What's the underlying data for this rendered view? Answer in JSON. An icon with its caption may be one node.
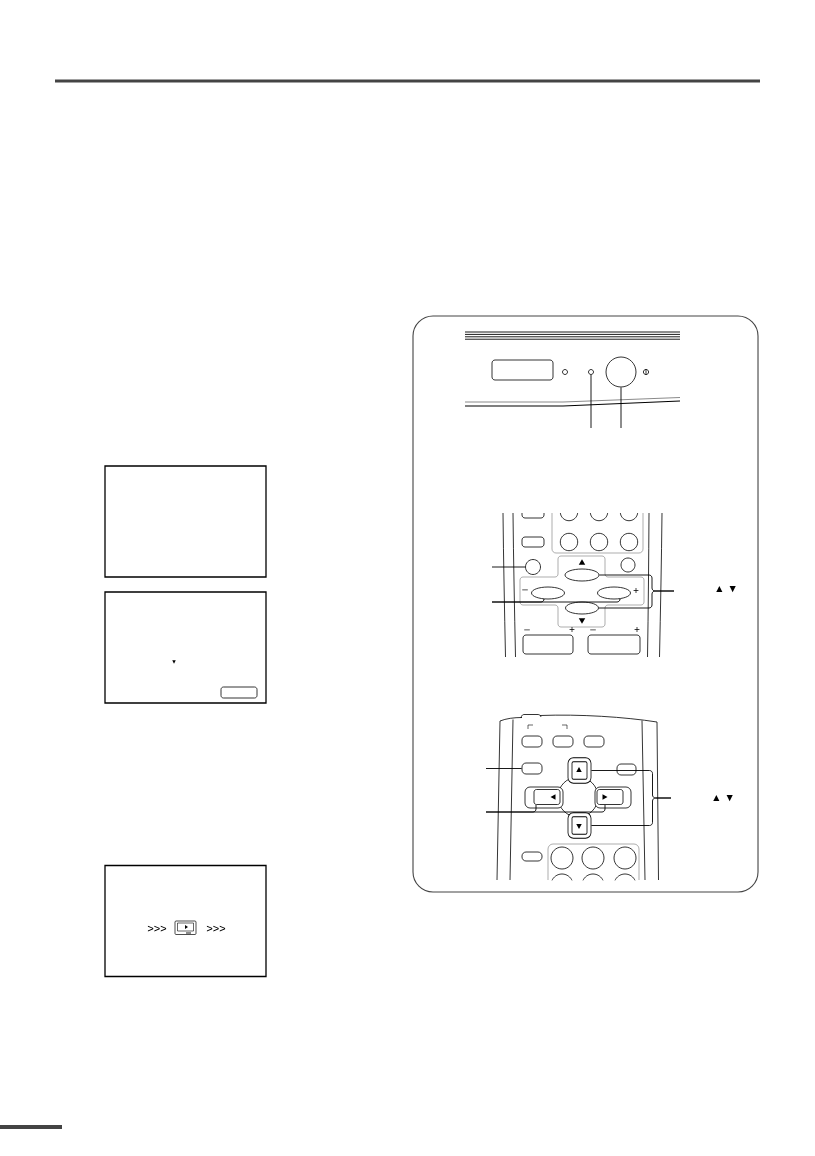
{
  "diagram": {
    "nodes": [
      {
        "text": [],
        "shape": "box"
      },
      {
        "text": [
          "▼"
        ]
      },
      {
        "text": [
          ">>>",
          ">>>"
        ]
      },
      {
        "text": [],
        "shape": "circle"
      },
      {
        "text": [],
        "shape": "circle"
      },
      {
        "text": [],
        "shape": "circle"
      },
      {
        "text": [],
        "shape": "circle"
      },
      {
        "text": [],
        "shape": "circle"
      },
      {
        "text": [],
        "shape": "circle"
      },
      {
        "text": [],
        "shape": "circle"
      },
      {
        "text": [],
        "shape": "oval"
      },
      {
        "text": [],
        "shape": "oval",
        "beside": [
          "–"
        ]
      },
      {
        "text": [],
        "shape": "oval",
        "beside": [
          "+"
        ]
      },
      {
        "text": [],
        "shape": "oval"
      },
      {
        "text": [],
        "shape": "box"
      },
      {
        "text": [],
        "shape": "box"
      },
      {
        "text": [],
        "shape": "box"
      },
      {
        "text": [],
        "shape": "box"
      },
      {
        "text": [],
        "shape": "box"
      }
    ],
    "edges": [
      {
        "from": null,
        "to": 3,
        "arrow": "none"
      },
      {
        "from": null,
        "to": 4,
        "arrow": "none"
      },
      {
        "from": null,
        "to": 8,
        "arrow": "none"
      },
      {
        "from": null,
        "to": 11,
        "arrow": "none"
      },
      {
        "from": null,
        "to": 12,
        "arrow": "none"
      },
      {
        "from": null,
        "to": 10,
        "arrow": "none"
      },
      {
        "from": null,
        "to": 13,
        "arrow": "none"
      },
      {
        "from": null,
        "to": 14,
        "arrow": "none"
      },
      {
        "from": null,
        "to": 16,
        "arrow": "none"
      },
      {
        "from": null,
        "to": 17,
        "arrow": "none"
      },
      {
        "from": null,
        "to": 15,
        "arrow": "none"
      },
      {
        "from": null,
        "to": 18,
        "arrow": "none"
      }
    ],
    "labels": [
      "▲ ▼",
      "–",
      "+",
      "–",
      "+",
      "▲ ▼"
    ]
  }
}
